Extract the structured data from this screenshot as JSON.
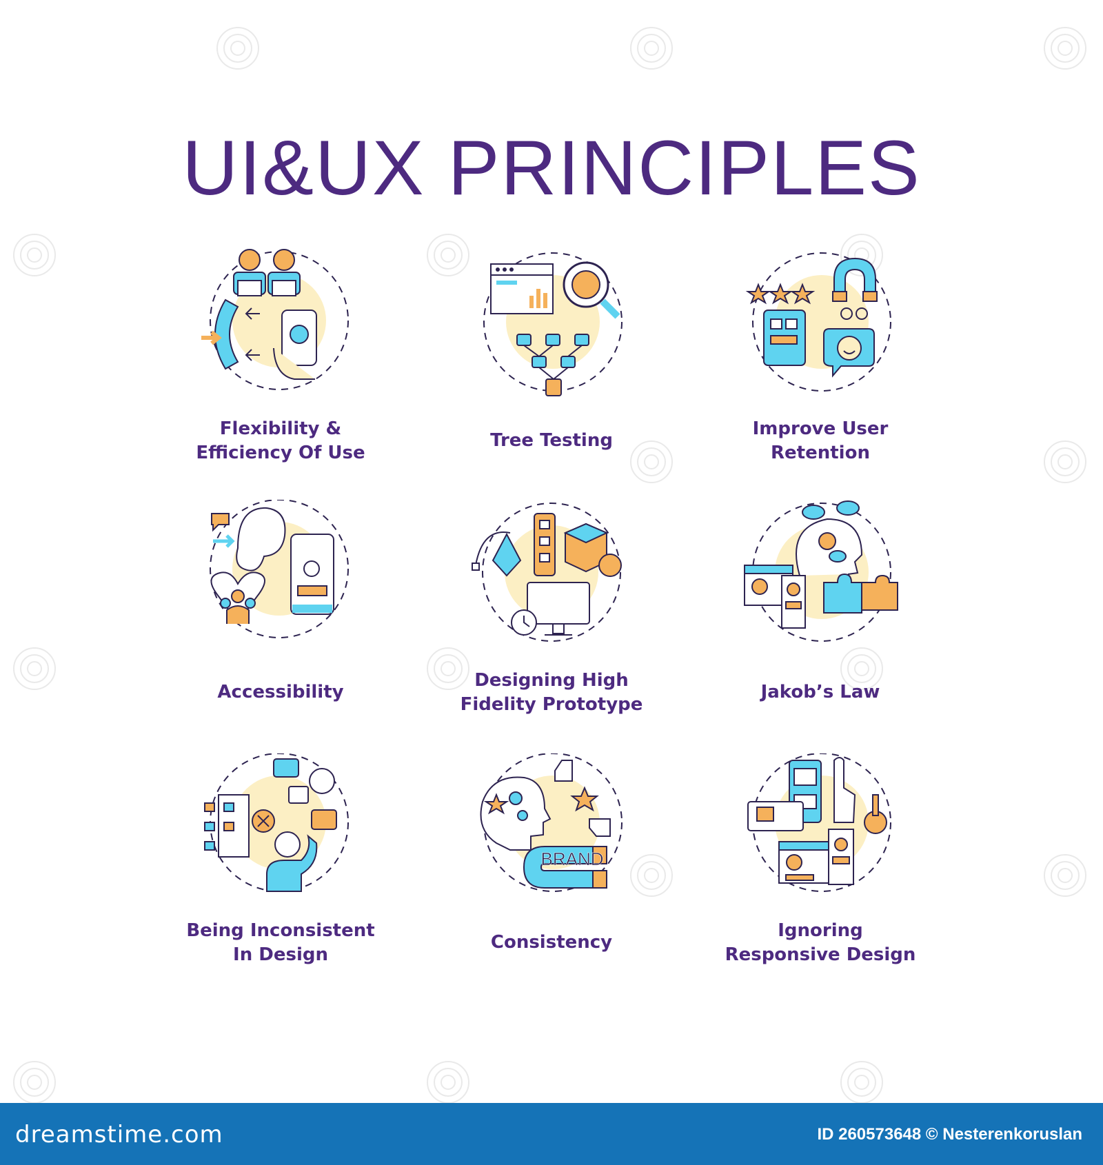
{
  "title": "UI&UX PRINCIPLES",
  "colors": {
    "title": "#4d2a80",
    "accent_cyan": "#5fd3f0",
    "accent_orange": "#f5b15b",
    "blob": "#fcefc4",
    "footer": "#1573b7"
  },
  "items": [
    {
      "icon": "flexibility-icon",
      "label_line1": "Flexibility &",
      "label_line2": "Efficiency Of Use"
    },
    {
      "icon": "tree-testing-icon",
      "label_line1": "Tree Testing",
      "label_line2": ""
    },
    {
      "icon": "user-retention-icon",
      "label_line1": "Improve User",
      "label_line2": "Retention"
    },
    {
      "icon": "accessibility-icon",
      "label_line1": "Accessibility",
      "label_line2": ""
    },
    {
      "icon": "prototype-icon",
      "label_line1": "Designing High",
      "label_line2": "Fidelity Prototype"
    },
    {
      "icon": "jakobs-law-icon",
      "label_line1": "Jakob’s Law",
      "label_line2": ""
    },
    {
      "icon": "inconsistent-design-icon",
      "label_line1": "Being Inconsistent",
      "label_line2": "In Design"
    },
    {
      "icon": "consistency-icon",
      "label_line1": "Consistency",
      "label_line2": "",
      "icon_text": "BRAND"
    },
    {
      "icon": "responsive-design-icon",
      "label_line1": "Ignoring",
      "label_line2": "Responsive Design"
    }
  ],
  "footer": {
    "brand": "dreamstime.com",
    "credit": "ID 260573648 © Nesterenkoruslan"
  }
}
